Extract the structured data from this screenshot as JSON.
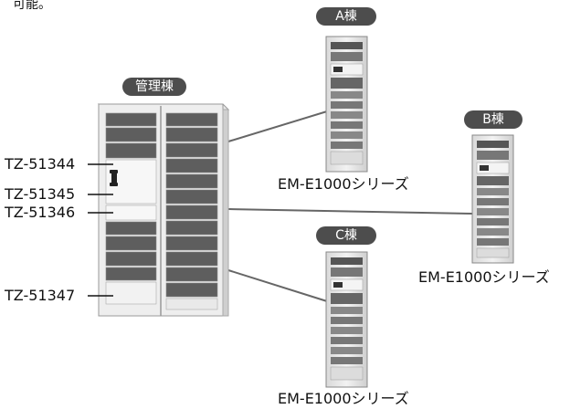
{
  "top_note": "可能。",
  "nodes": {
    "kanri": {
      "label": "管理棟"
    },
    "a": {
      "label": "A棟",
      "series": "EM-E1000シリーズ"
    },
    "b": {
      "label": "B棟",
      "series": "EM-E1000シリーズ"
    },
    "c": {
      "label": "C棟",
      "series": "EM-E1000シリーズ"
    }
  },
  "callouts": [
    "TZ-51344",
    "TZ-51345",
    "TZ-51346",
    "TZ-51347"
  ],
  "colors": {
    "pill": "#4d4d4d",
    "line": "#666666",
    "panel_dark": "#5e5e5e",
    "rack": "#e6e6e6"
  }
}
